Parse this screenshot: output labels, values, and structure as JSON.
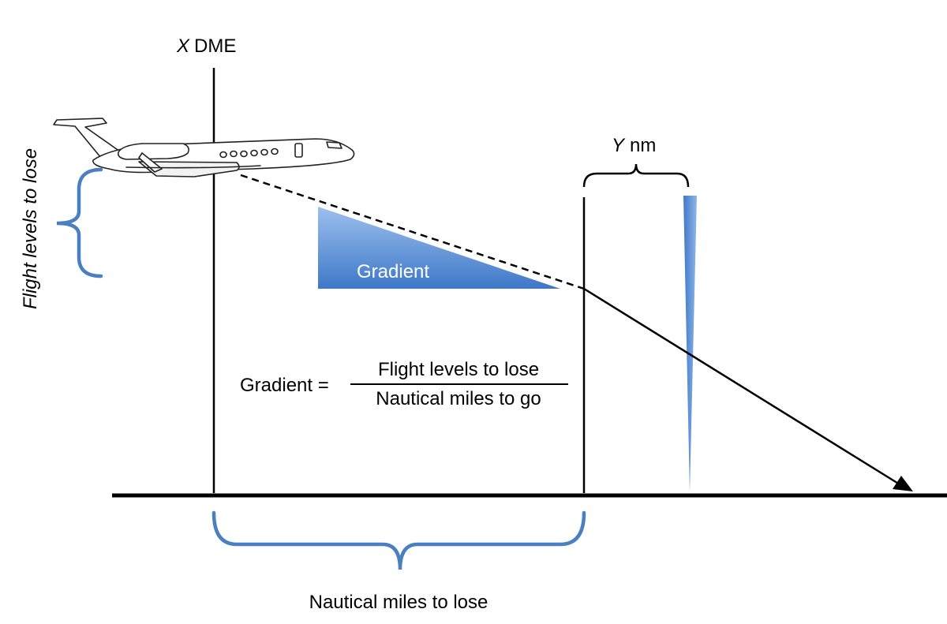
{
  "labels": {
    "x_var": "X",
    "x_unit": "DME",
    "y_var": "Y",
    "y_unit": "nm",
    "flight_levels_to_lose": "Flight levels to lose",
    "gradient_triangle": "Gradient",
    "nautical_miles_to_lose": "Nautical miles to lose"
  },
  "formula": {
    "lhs": "Gradient =",
    "numerator": "Flight levels to lose",
    "denominator": "Nautical miles to go"
  },
  "colors": {
    "brace_blue": "#4a7fc1",
    "triangle_top": "#9cc0ee",
    "triangle_bottom": "#3f78c8",
    "line": "#000000"
  },
  "icons": [
    "airplane-icon",
    "arrowhead-icon"
  ]
}
